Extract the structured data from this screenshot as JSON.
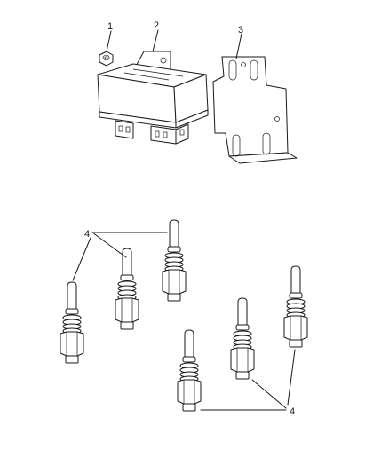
{
  "diagram": {
    "callouts": {
      "c1": "1",
      "c2": "2",
      "c3": "3",
      "c4_top": "4",
      "c4_bottom": "4"
    }
  }
}
